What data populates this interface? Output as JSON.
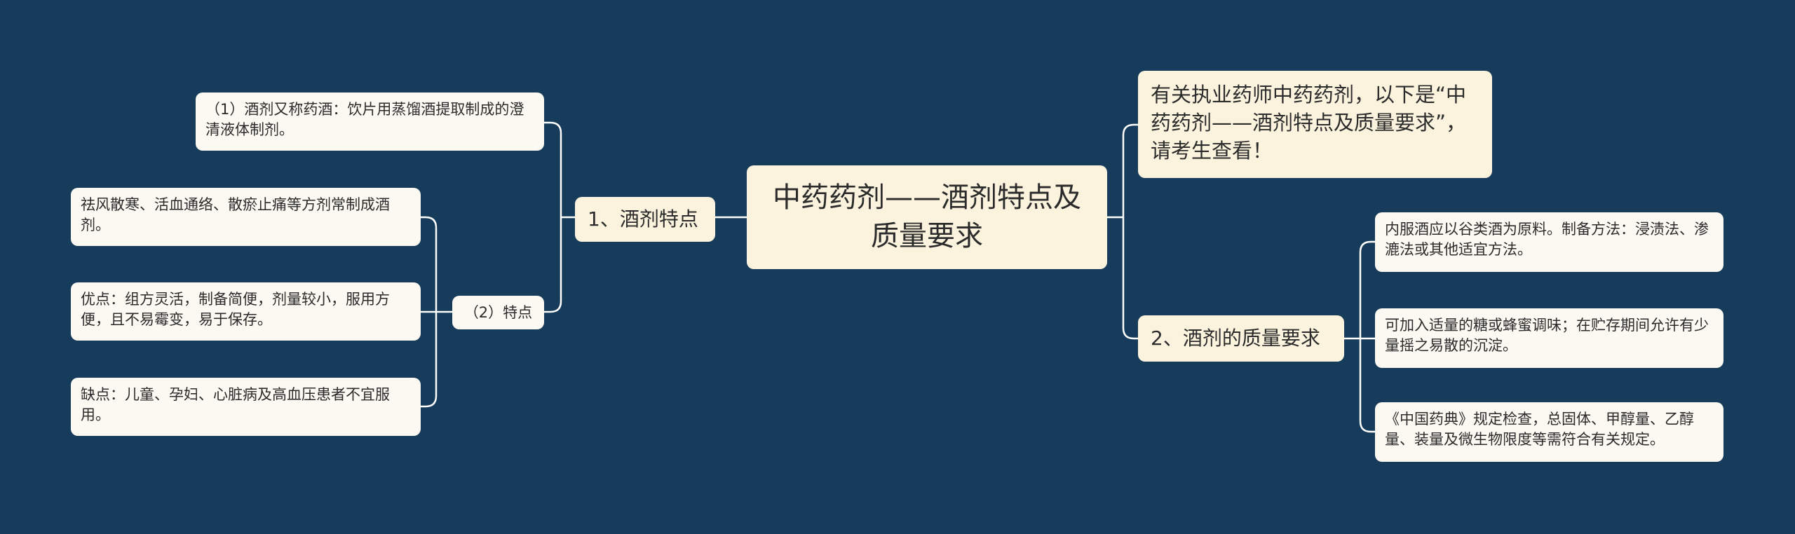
{
  "root": {
    "title": "中药药剂——酒剂特点及质量要求"
  },
  "intro": {
    "text": "有关执业药师中药药剂，以下是“中药药剂——酒剂特点及质量要求”，请考生查看！"
  },
  "branch1": {
    "label": "1、酒剂特点",
    "definition": "（1）酒剂又称药酒：饮片用蒸馏酒提取制成的澄清液体制剂。",
    "features": {
      "label": "（2）特点",
      "items": [
        "祛风散寒、活血通络、散瘀止痛等方剂常制成酒剂。",
        "优点：组方灵活，制备简便，剂量较小，服用方便，且不易霉变，易于保存。",
        "缺点：儿童、孕妇、心脏病及高血压患者不宜服用。"
      ]
    }
  },
  "branch2": {
    "label": "2、酒剂的质量要求",
    "items": [
      "内服酒应以谷类酒为原料。制备方法：浸渍法、渗漉法或其他适宜方法。",
      "可加入适量的糖或蜂蜜调味；在贮存期间允许有少量摇之易散的沉淀。",
      "《中国药典》规定检查，总固体、甲醇量、乙醇量、装量及微生物限度等需符合有关规定。"
    ]
  },
  "colors": {
    "background": "#173c5b",
    "connector": "#ffffff",
    "node_main": "#fbf3dd",
    "node_leaf": "#fbf9f2"
  }
}
